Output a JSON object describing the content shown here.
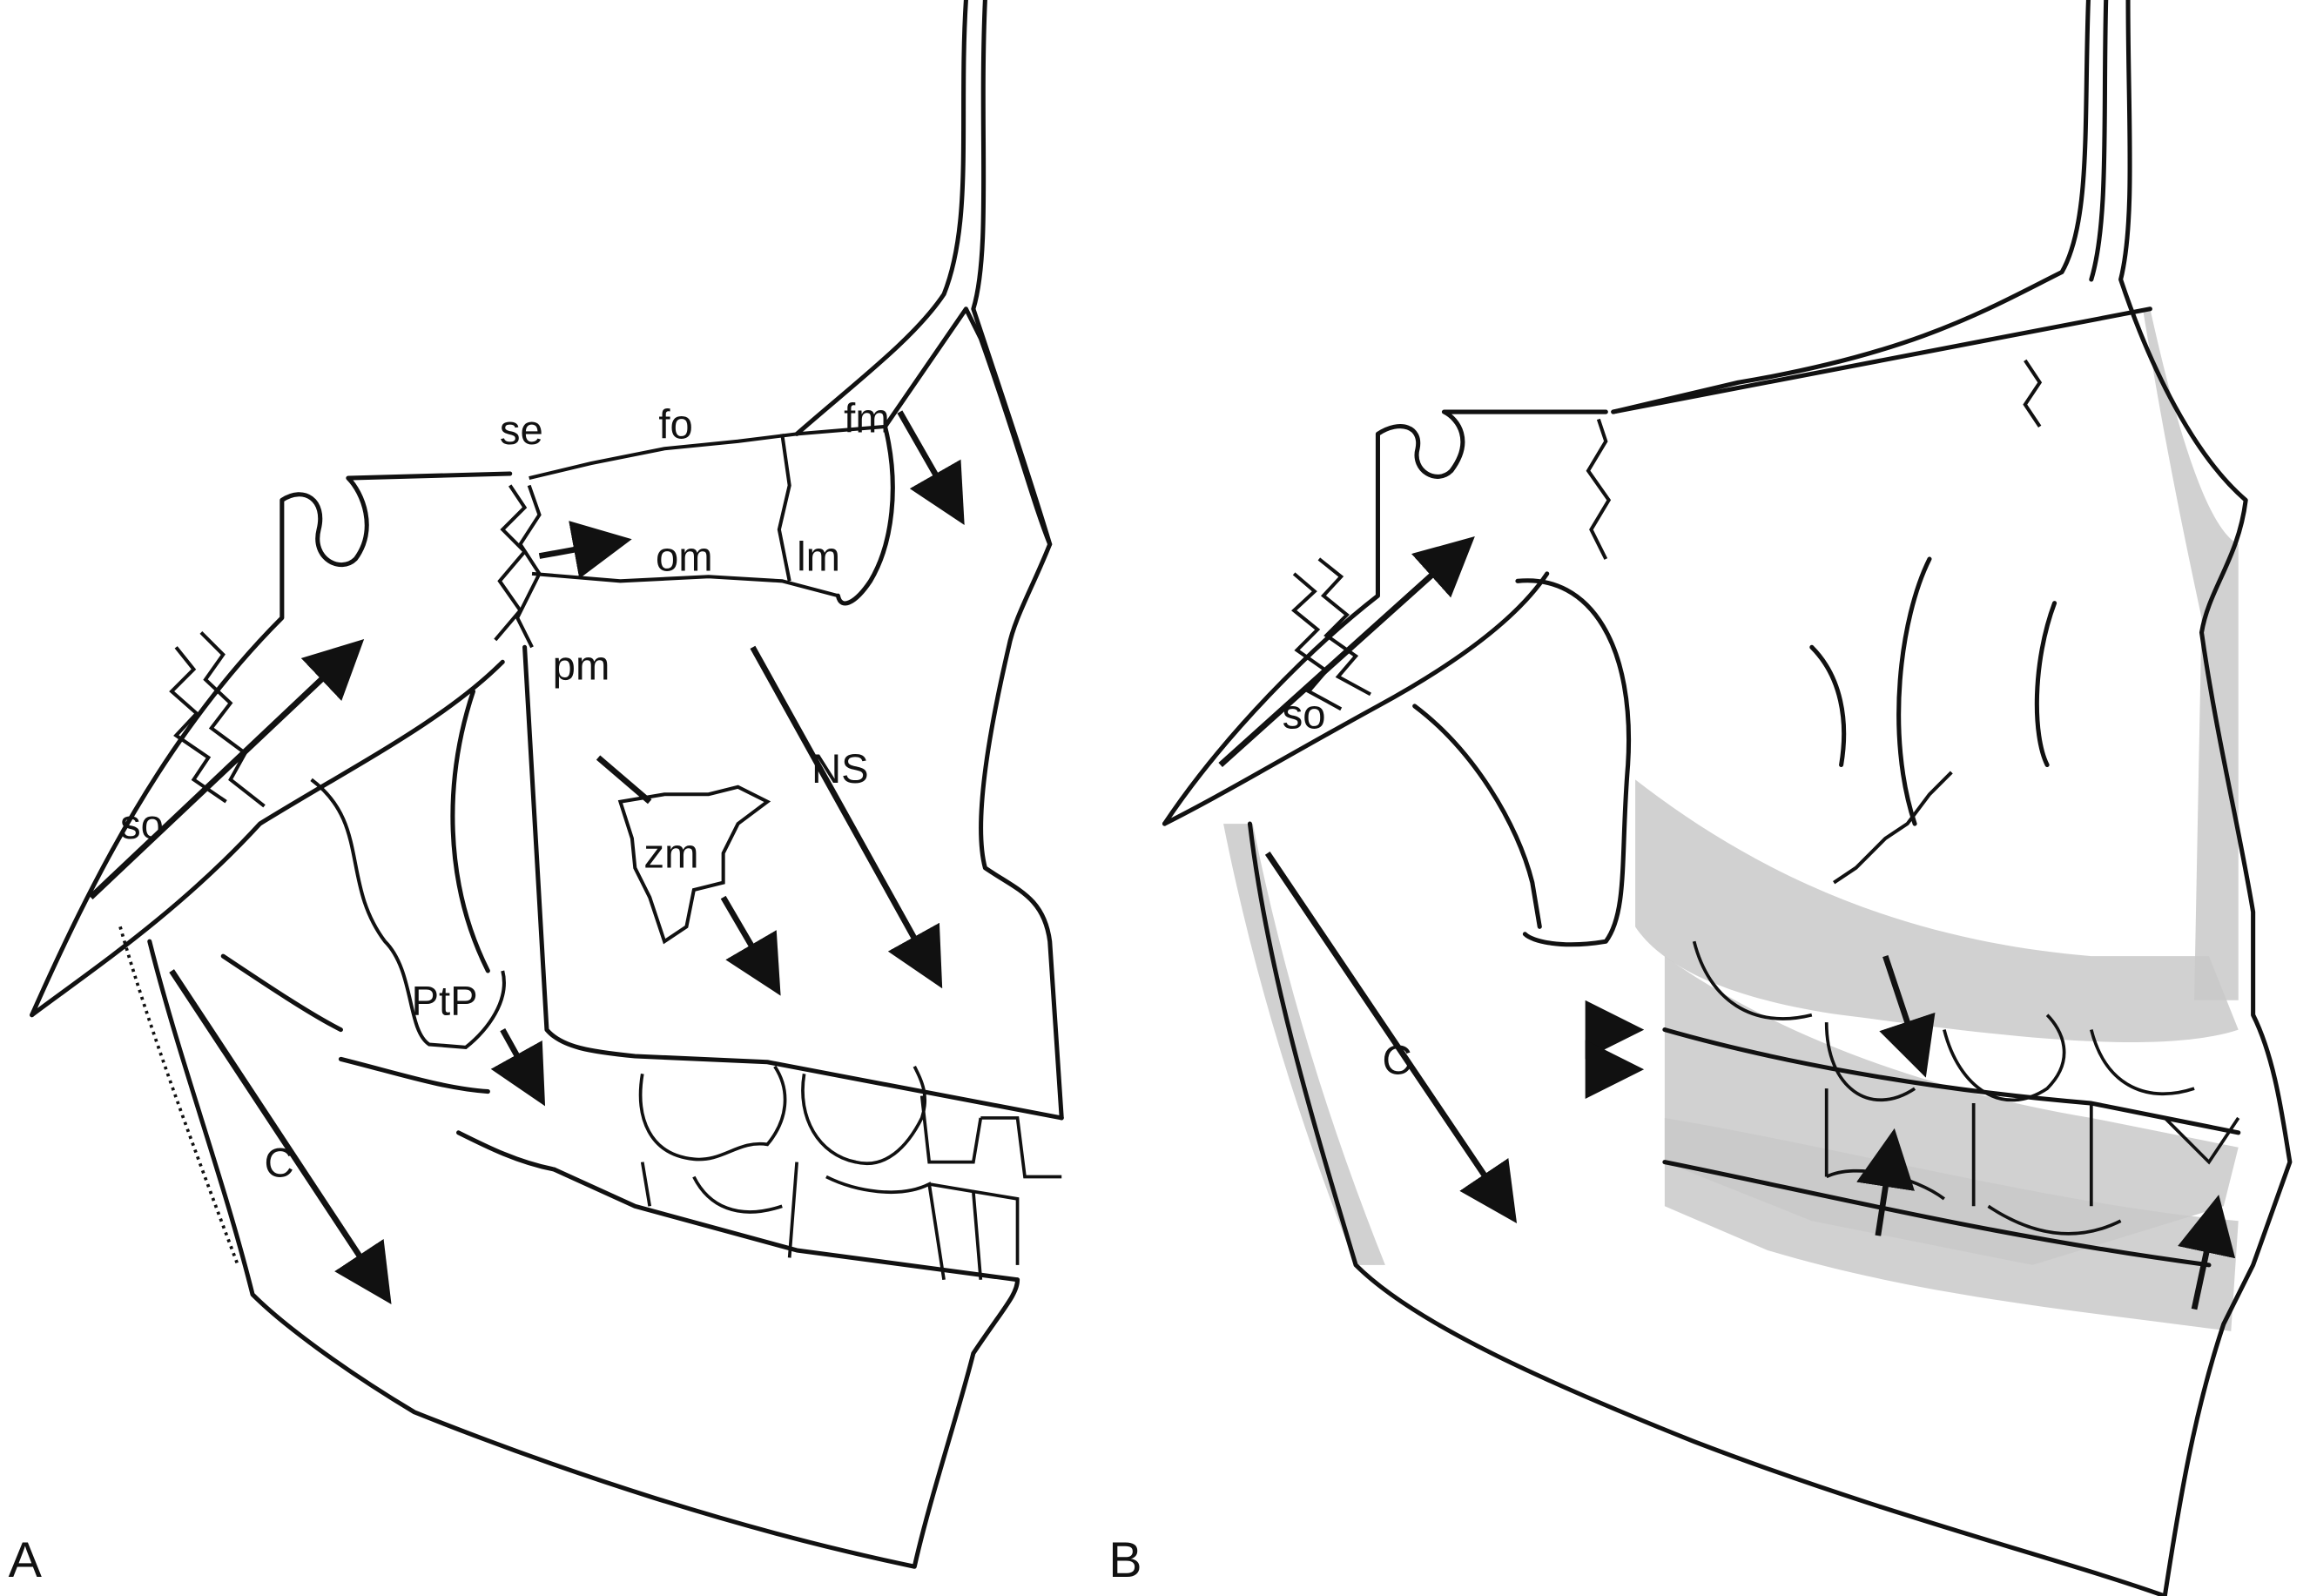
{
  "panel_a": {
    "letter": "A",
    "labels": {
      "se": "se",
      "fo": "fo",
      "fm": "fm",
      "om": "om",
      "lm": "lm",
      "pm": "pm",
      "so": "so",
      "NS": "NS",
      "zm": "zm",
      "PtP": "PtP",
      "C": "C"
    }
  },
  "panel_b": {
    "letter": "B",
    "labels": {
      "so": "so",
      "C": "C"
    }
  }
}
